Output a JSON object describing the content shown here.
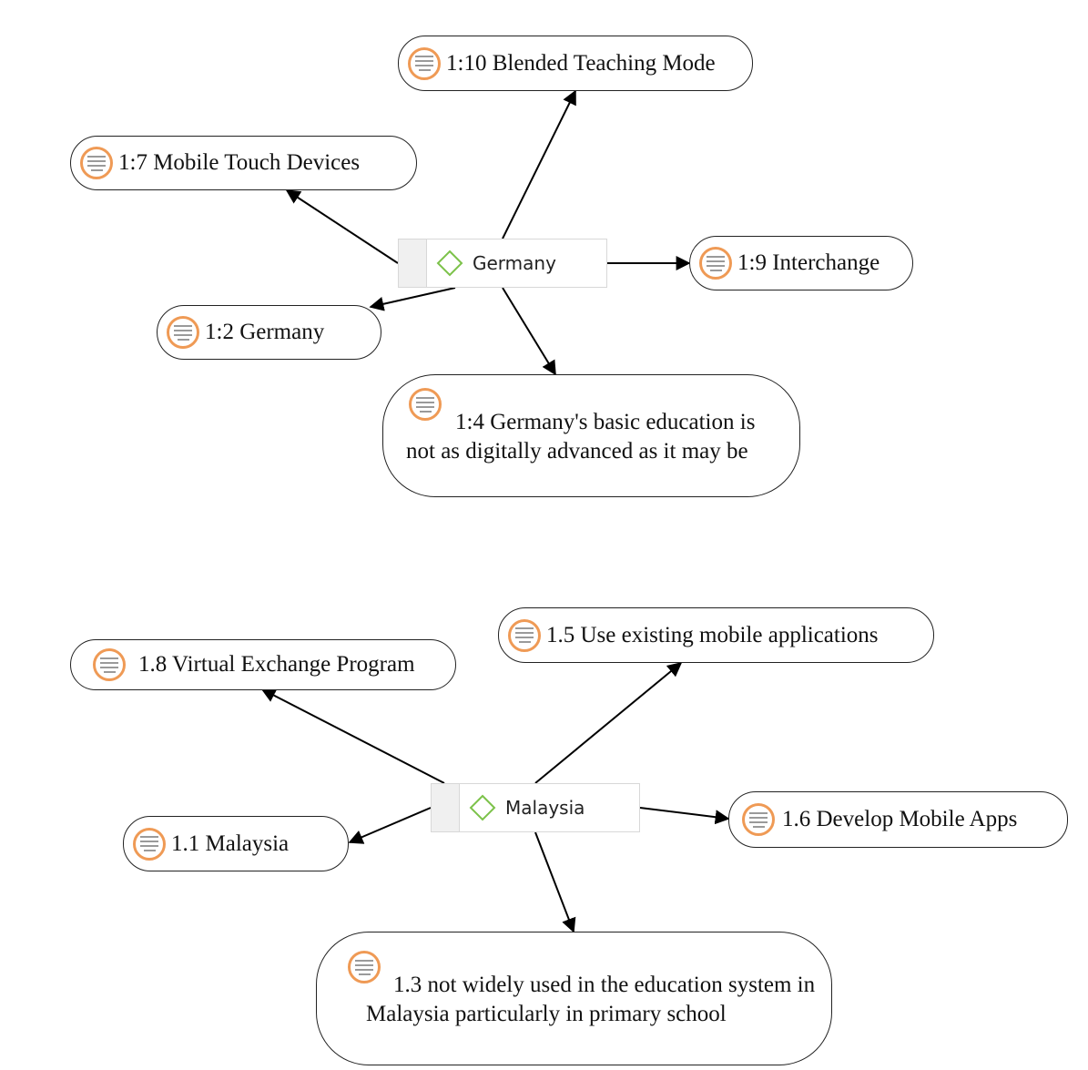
{
  "groups": [
    {
      "code": {
        "label": "Germany",
        "icon": "diamond-code-icon"
      },
      "quotes": [
        "1:10 Blended Teaching Mode",
        "1:7 Mobile Touch Devices",
        "1:9 Interchange",
        "1:2 Germany",
        "1:4 Germany's basic education is not as digitally advanced as it may be"
      ]
    },
    {
      "code": {
        "label": "Malaysia",
        "icon": "diamond-code-icon"
      },
      "quotes": [
        "1.5 Use existing mobile applications",
        "1.8 Virtual Exchange Program",
        "1.6 Develop Mobile Apps",
        "1.1 Malaysia",
        "1.3 not widely used in the education system in Malaysia particularly in primary school"
      ]
    }
  ],
  "colors": {
    "quote_icon": "#ef9a55",
    "code_icon": "#7cc24a",
    "edge": "#000000"
  }
}
